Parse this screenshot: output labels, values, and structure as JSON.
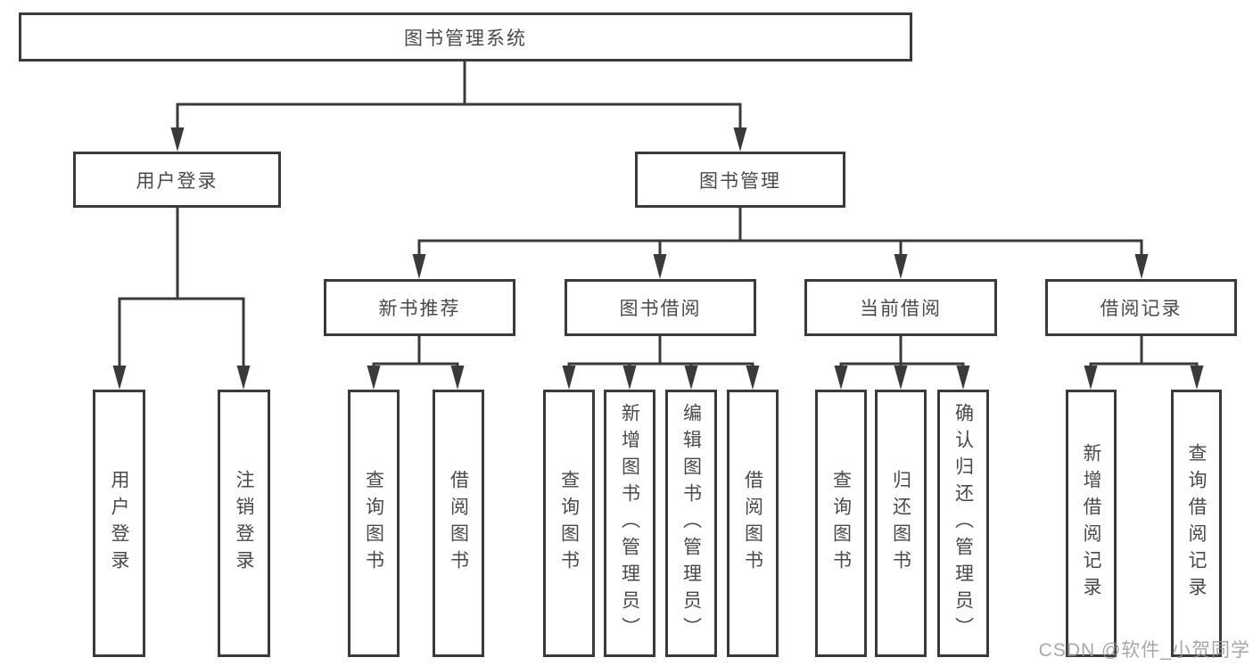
{
  "diagram": {
    "type": "hierarchy-tree",
    "colors": {
      "line": "#3a3a3a",
      "box_border": "#3a3a3a",
      "box_background": "#ffffff",
      "text": "#4a4a4a",
      "watermark": "#98989c"
    },
    "tree": {
      "root": {
        "label": "图书管理系统"
      },
      "branches": [
        {
          "label": "用户登录",
          "children": [
            {
              "label": "用户登录"
            },
            {
              "label": "注销登录"
            }
          ]
        },
        {
          "label": "图书管理",
          "children": [
            {
              "label": "新书推荐",
              "children": [
                {
                  "label": "查询图书"
                },
                {
                  "label": "借阅图书"
                }
              ]
            },
            {
              "label": "图书借阅",
              "children": [
                {
                  "label": "查询图书"
                },
                {
                  "label": "新增图书（管理员）"
                },
                {
                  "label": "编辑图书（管理员）"
                },
                {
                  "label": "借阅图书"
                }
              ]
            },
            {
              "label": "当前借阅",
              "children": [
                {
                  "label": "查询图书"
                },
                {
                  "label": "归还图书"
                },
                {
                  "label": "确认归还（管理员）"
                }
              ]
            },
            {
              "label": "借阅记录",
              "children": [
                {
                  "label": "新增借阅记录"
                },
                {
                  "label": "查询借阅记录"
                }
              ]
            }
          ]
        }
      ]
    },
    "watermark": {
      "text": "CSDN @软件_小贺同学"
    }
  }
}
